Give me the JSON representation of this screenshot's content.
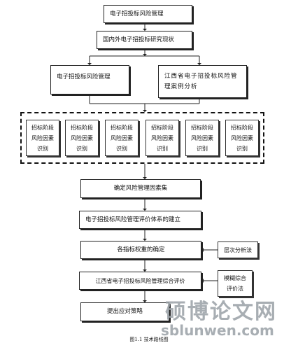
{
  "nodes": {
    "title": "电子招投标风险管理",
    "research": "国内外电子招投标研究现状",
    "left_branch": "电子招投标风险管理",
    "right_branch": "江西省电子招投标风险管理案例分析",
    "stages": [
      "招标阶段风险因素识别",
      "招标阶段风险因素识别",
      "招标阶段风险因素识别",
      "招标阶段风险因素识别",
      "招标阶段风险因素识别",
      "招标阶段风险因素识别"
    ],
    "factor_set": "确定风险管理因素集",
    "evaluation_system": "电子招投标风险管理评价体系的建立",
    "weights": "各指标权重的确定",
    "ahp": "层次分析法",
    "comprehensive": "江西省电子招投标风险管理综合评价",
    "fuzzy": "模糊综合评价法",
    "strategy": "提出应对策略"
  },
  "caption": "图1.1 技术路线图",
  "watermark": {
    "chinese": "硕博论文网",
    "url": "sblunwen.com"
  }
}
